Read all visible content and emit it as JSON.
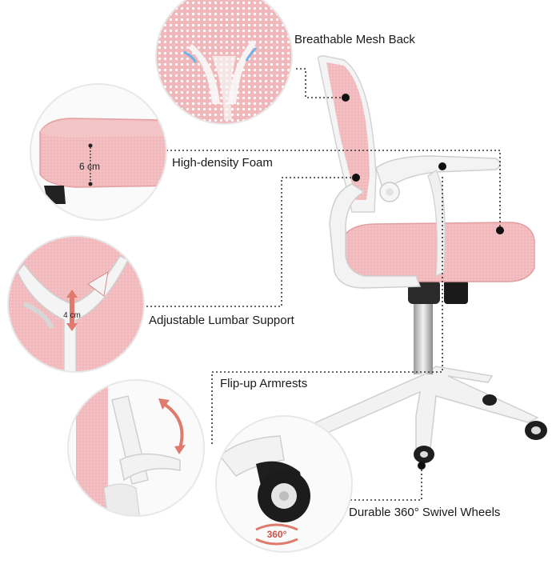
{
  "features": {
    "mesh_back": "Breathable Mesh Back",
    "foam": "High-density Foam",
    "foam_measure": "6 cm",
    "lumbar": "Adjustable Lumbar Support",
    "lumbar_measure": "4 cm",
    "armrests": "Flip-up Armrests",
    "wheels": "Durable 360° Swivel Wheels",
    "wheels_badge": "360°"
  },
  "colors": {
    "pink": "#f1b9bb",
    "pink_dark": "#e6a1a5",
    "frame_white": "#f4f4f4",
    "leader_line": "#333333",
    "accent_arrow": "#e07a6e"
  }
}
